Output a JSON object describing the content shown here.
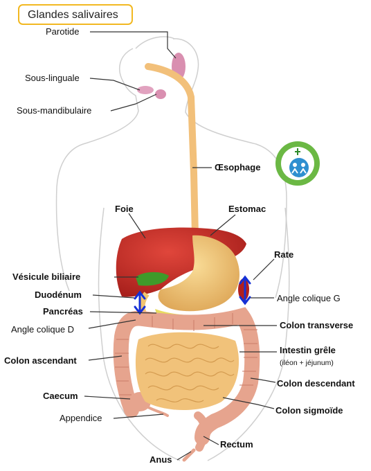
{
  "title": "Glandes salivaires",
  "labels": {
    "parotide": "Parotide",
    "sous_linguale": "Sous-linguale",
    "sous_mandibulaire": "Sous-mandibulaire",
    "oesophage": "Œsophage",
    "foie": "Foie",
    "estomac": "Estomac",
    "rate": "Rate",
    "vesicule": "Vésicule biliaire",
    "duodenum": "Duodénum",
    "pancreas": "Pancréas",
    "angle_colique_g": "Angle colique G",
    "angle_colique_d": "Angle colique D",
    "colon_transverse": "Colon transverse",
    "intestin_grele": "Intestin grêle",
    "intestin_grele_detail": "(iléon + jéjunum)",
    "colon_ascendant": "Colon ascendant",
    "colon_descendant": "Colon descendant",
    "caecum": "Caecum",
    "colon_sigmoide": "Colon sigmoïde",
    "appendice": "Appendice",
    "rectum": "Rectum",
    "anus": "Anus"
  },
  "colors": {
    "title_border": "#f2b821",
    "liver": "#c8302a",
    "stomach": "#f0c470",
    "oesophagus": "#f2c07a",
    "colon": "#e6a48e",
    "small_intestine": "#f1c27a",
    "pancreas": "#e8dc60",
    "gallbladder": "#3f9a2a",
    "spleen": "#b01f1f",
    "arrow": "#1530d6"
  },
  "icons": [
    "logo-badge-icon",
    "double-arrow-icon"
  ]
}
